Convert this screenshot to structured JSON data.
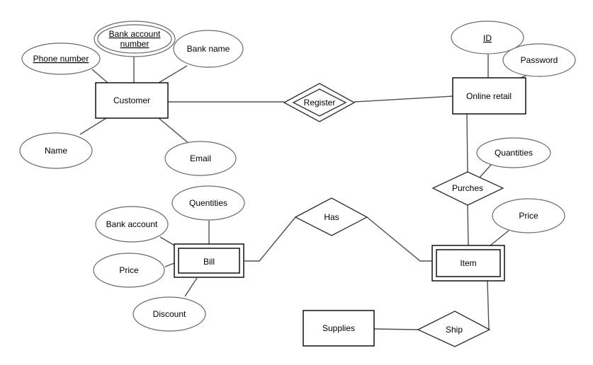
{
  "diagram": {
    "type": "entity-relationship-diagram",
    "colors": {
      "background": "#ffffff",
      "entity_stroke": "#000000",
      "relationship_stroke": "#2d2d2d",
      "attribute_stroke": "#6a6a6a",
      "connector_stroke": "#4f4f4f",
      "text": "#000000"
    },
    "entities": {
      "customer": {
        "label": "Customer",
        "border": "single"
      },
      "online_retail": {
        "label": "Online retail",
        "border": "single"
      },
      "bill": {
        "label": "Bill",
        "border": "double"
      },
      "item": {
        "label": "Item",
        "border": "double"
      },
      "supplies": {
        "label": "Supplies",
        "border": "single"
      }
    },
    "relationships": {
      "register": {
        "label": "Register",
        "border": "double"
      },
      "purches": {
        "label": "Purches",
        "border": "single"
      },
      "has": {
        "label": "Has",
        "border": "single"
      },
      "ship": {
        "label": "Ship",
        "border": "single"
      }
    },
    "attributes": {
      "phone_number": {
        "label": "Phone number",
        "underlined": true,
        "border": "single"
      },
      "bank_account_number": {
        "label_line1": "Bank account",
        "label_line2": "number",
        "underlined": true,
        "border": "double"
      },
      "bank_name": {
        "label": "Bank name",
        "underlined": false,
        "border": "single"
      },
      "name": {
        "label": "Name",
        "underlined": false,
        "border": "single"
      },
      "email": {
        "label": "Email",
        "underlined": false,
        "border": "single"
      },
      "id": {
        "label": "ID",
        "underlined": true,
        "border": "single"
      },
      "password": {
        "label": "Password",
        "underlined": false,
        "border": "single"
      },
      "quantities_retail": {
        "label": "Quantities",
        "underlined": false,
        "border": "single"
      },
      "price_item": {
        "label": "Price",
        "underlined": false,
        "border": "single"
      },
      "quentities_bill": {
        "label": "Quentities",
        "underlined": false,
        "border": "single"
      },
      "bank_account": {
        "label": "Bank account",
        "underlined": false,
        "border": "single"
      },
      "price_bill": {
        "label": "Price",
        "underlined": false,
        "border": "single"
      },
      "discount": {
        "label": "Discount",
        "underlined": false,
        "border": "single"
      }
    },
    "edges": [
      {
        "from": "phone_number",
        "to": "customer"
      },
      {
        "from": "bank_account_number",
        "to": "customer"
      },
      {
        "from": "bank_name",
        "to": "customer"
      },
      {
        "from": "name",
        "to": "customer"
      },
      {
        "from": "email",
        "to": "customer"
      },
      {
        "from": "customer",
        "to": "register"
      },
      {
        "from": "register",
        "to": "online_retail"
      },
      {
        "from": "id",
        "to": "online_retail"
      },
      {
        "from": "password",
        "to": "online_retail"
      },
      {
        "from": "online_retail",
        "to": "purches"
      },
      {
        "from": "quantities_retail",
        "to": "purches"
      },
      {
        "from": "purches",
        "to": "item"
      },
      {
        "from": "price_item",
        "to": "item"
      },
      {
        "from": "bill",
        "to": "has"
      },
      {
        "from": "has",
        "to": "item"
      },
      {
        "from": "item",
        "to": "ship"
      },
      {
        "from": "supplies",
        "to": "ship"
      },
      {
        "from": "quentities_bill",
        "to": "bill"
      },
      {
        "from": "bank_account",
        "to": "bill"
      },
      {
        "from": "price_bill",
        "to": "bill"
      },
      {
        "from": "discount",
        "to": "bill"
      }
    ]
  }
}
